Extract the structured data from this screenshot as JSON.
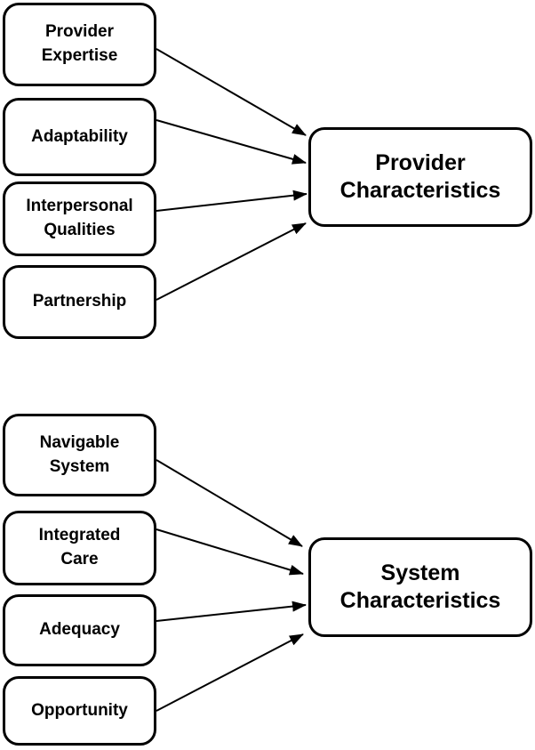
{
  "diagram": {
    "background_color": "#ffffff",
    "line_color": "#000000",
    "text_color": "#000000",
    "clusters": [
      {
        "target": {
          "label": "Provider\nCharacteristics"
        },
        "sources": [
          {
            "label": "Provider\nExpertise"
          },
          {
            "label": "Adaptability"
          },
          {
            "label": "Interpersonal\nQualities"
          },
          {
            "label": "Partnership"
          }
        ],
        "edges": [
          {
            "from": "Provider Expertise",
            "to": "Provider Characteristics"
          },
          {
            "from": "Adaptability",
            "to": "Provider Characteristics"
          },
          {
            "from": "Interpersonal Qualities",
            "to": "Provider Characteristics"
          },
          {
            "from": "Partnership",
            "to": "Provider Characteristics"
          }
        ]
      },
      {
        "target": {
          "label": "System\nCharacteristics"
        },
        "sources": [
          {
            "label": "Navigable\nSystem"
          },
          {
            "label": "Integrated\nCare"
          },
          {
            "label": "Adequacy"
          },
          {
            "label": "Opportunity"
          }
        ],
        "edges": [
          {
            "from": "Navigable System",
            "to": "System Characteristics"
          },
          {
            "from": "Integrated Care",
            "to": "System Characteristics"
          },
          {
            "from": "Adequacy",
            "to": "System Characteristics"
          },
          {
            "from": "Opportunity",
            "to": "System Characteristics"
          }
        ]
      }
    ]
  }
}
